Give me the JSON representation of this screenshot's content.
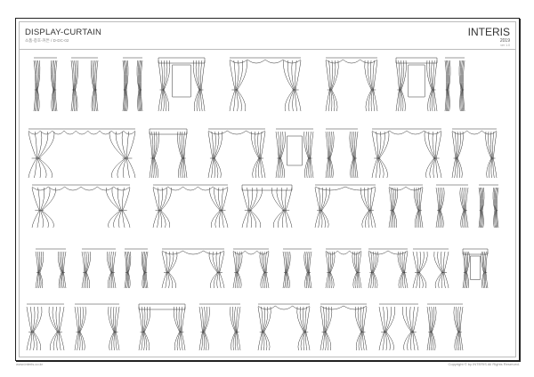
{
  "header": {
    "title": "DISPLAY-CURTAIN",
    "subtitle": "소품-창호-커튼 / D-DC-02",
    "brand": "INTERIS",
    "year": "2019",
    "version": "ver 1.0"
  },
  "footer": {
    "website": "www.interis.co.kr",
    "copyright": "Copyright © by INTERIS All Rights Reserved."
  },
  "colors": {
    "line": "#333333",
    "frame": "#222222"
  }
}
